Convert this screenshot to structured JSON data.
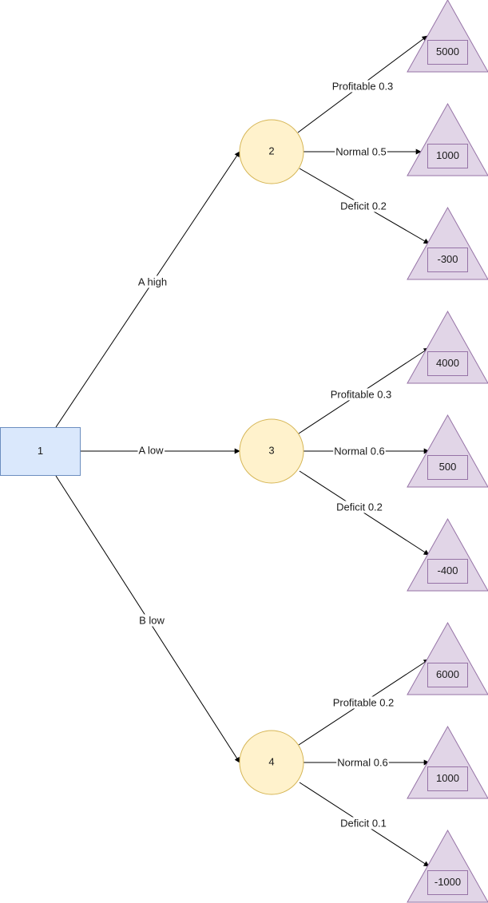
{
  "colors": {
    "decision_fill": "#dae8fc",
    "decision_stroke": "#6c8ebf",
    "chance_fill": "#fff2cc",
    "chance_stroke": "#d6b656",
    "terminal_fill": "#e1d5e7",
    "terminal_stroke": "#9673a6",
    "edge": "#000000"
  },
  "decision": {
    "label": "1"
  },
  "branches": [
    {
      "label": "A high",
      "node_label": "2"
    },
    {
      "label": "A low",
      "node_label": "3"
    },
    {
      "label": "B low",
      "node_label": "4"
    }
  ],
  "outcomes": [
    {
      "label": "Profitable 0.3",
      "value": "5000"
    },
    {
      "label": "Normal 0.5",
      "value": "1000"
    },
    {
      "label": "Deficit 0.2",
      "value": "-300"
    },
    {
      "label": "Profitable 0.3",
      "value": "4000"
    },
    {
      "label": "Normal 0.6",
      "value": "500"
    },
    {
      "label": "Deficit 0.2",
      "value": "-400"
    },
    {
      "label": "Profitable 0.2",
      "value": "6000"
    },
    {
      "label": "Normal 0.6",
      "value": "1000"
    },
    {
      "label": "Deficit 0.1",
      "value": "-1000"
    }
  ]
}
